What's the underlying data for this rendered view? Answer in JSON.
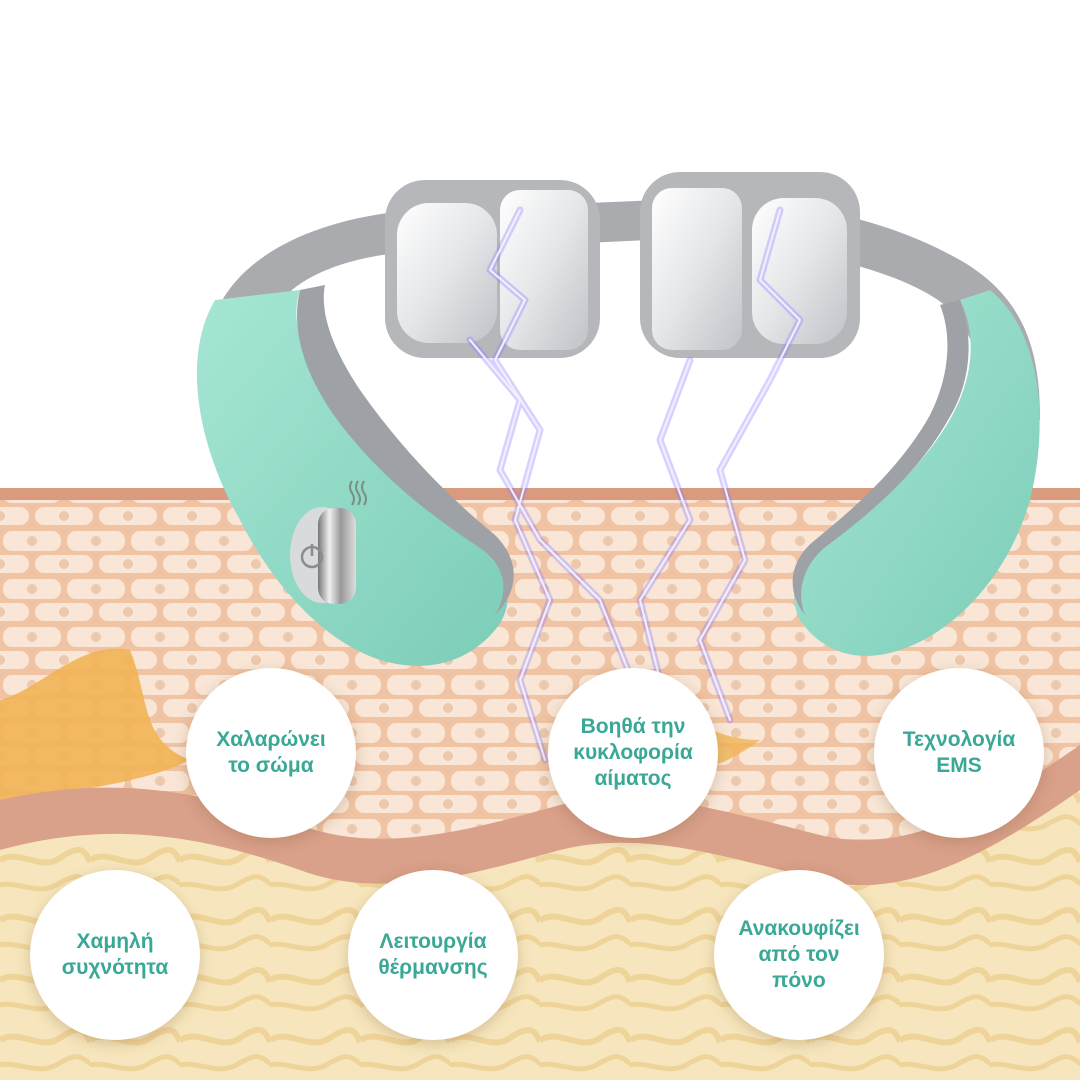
{
  "badges": [
    {
      "text": "Χαλαρώνει\nτο σώμα"
    },
    {
      "text": "Βοηθά την\nκυκλοφορία\nαίματος"
    },
    {
      "text": "Τεχνολογία\nEMS"
    },
    {
      "text": "Χαμηλή\nσυχνότητα"
    },
    {
      "text": "Λειτουργία\nθέρμανσης"
    },
    {
      "text": "Ανακουφίζει\nαπό τον\nπόνο"
    }
  ],
  "colors": {
    "accent_text": "#3aa896",
    "device_mint": "#8fd9c5",
    "device_grey": "#a7a9ac",
    "skin_top": "#e9b79a",
    "skin_cells": "#f7e1cf",
    "fat_yellow": "#f3cf7a",
    "dermis": "#f6e3b8"
  },
  "icons": [
    "power-icon",
    "heat-waves-icon",
    "lightning-icon"
  ]
}
